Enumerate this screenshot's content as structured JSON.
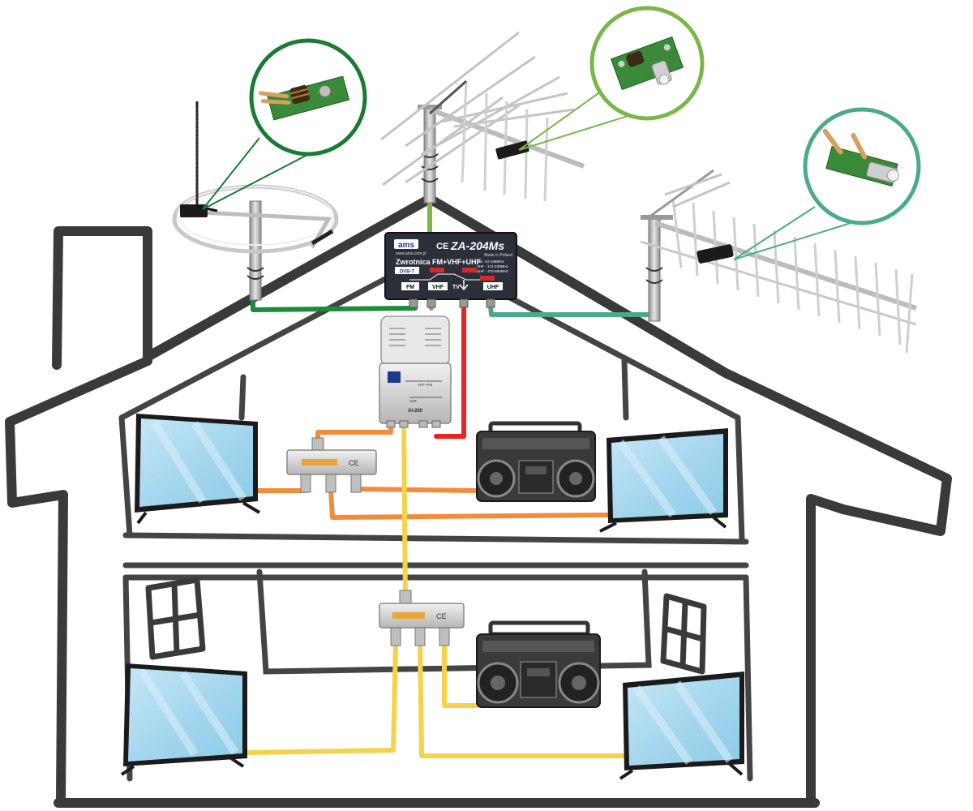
{
  "colors": {
    "house_outline": "#3a3a3a",
    "cable_fm": "#1a8c3a",
    "cable_vhf": "#7ab648",
    "cable_uhf": "#4aab8c",
    "cable_tv": "#e8261f",
    "cable_distribution_upper": "#f28c3b",
    "cable_distribution_lower": "#f5d24a",
    "screen_fill": "#a8d8ee",
    "device_dark": "#2a2f3a",
    "callout_fm": "#1a7a36",
    "callout_vhf": "#7ab648",
    "callout_uhf": "#4aab8c"
  },
  "combiner": {
    "brand": "ams",
    "ce_mark": "CE",
    "model": "ZA-204Ms",
    "made_in": "Made in Poland",
    "website": "www.ams.com.pl",
    "title": "Zwrotnica FM+VHF+UHF",
    "dvbt_badge": "DVB-T",
    "band_fm": "FM  - 87-108MHz",
    "band_vhf": "VHF - 174-230MHz",
    "band_uhf": "UHF - 470-694MHz",
    "port_fm": "FM",
    "port_vhf": "VHF",
    "port_tv": "TV",
    "port_uhf": "UHF"
  },
  "amplifier": {
    "model": "AI-200",
    "label_vhf_fm": "VHF+FM",
    "label_uhf": "UHF"
  },
  "splitter": {
    "ce_mark": "CE"
  },
  "icons": {
    "fm_antenna": "fm-ring-antenna-icon",
    "vhf_antenna": "vhf-yagi-antenna-icon",
    "uhf_antenna": "uhf-yagi-antenna-icon",
    "tv": "flat-screen-tv-icon",
    "radio": "boombox-radio-icon",
    "splitter": "coax-splitter-icon",
    "amplifier": "antenna-amplifier-icon",
    "balun": "balun-pcb-icon"
  }
}
